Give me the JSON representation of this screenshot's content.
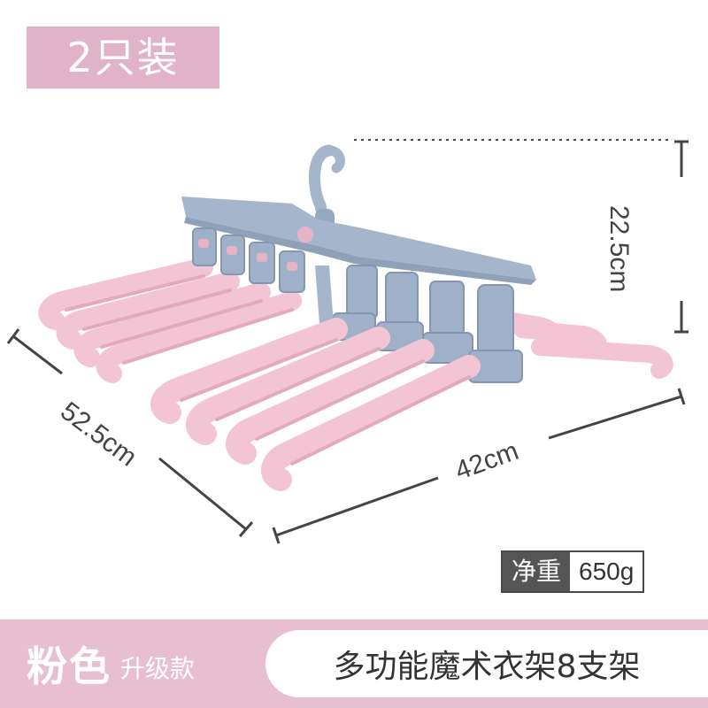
{
  "badge": {
    "label": "2只装"
  },
  "dimensions": {
    "height_label": "22.5cm",
    "depth_label": "52.5cm",
    "width_label": "42cm"
  },
  "weight": {
    "label": "净重",
    "value": "650g"
  },
  "banner": {
    "color_name": "粉色",
    "upgrade": "升级款",
    "product": "多功能魔术衣架8支架"
  },
  "colors": {
    "badge_pink": "#e0b3c8",
    "banner_pink": "#e8bfd1",
    "hanger_pink": "#f3c4d3",
    "frame_blue": "#a5b6cc",
    "dimension_line": "#444444"
  }
}
